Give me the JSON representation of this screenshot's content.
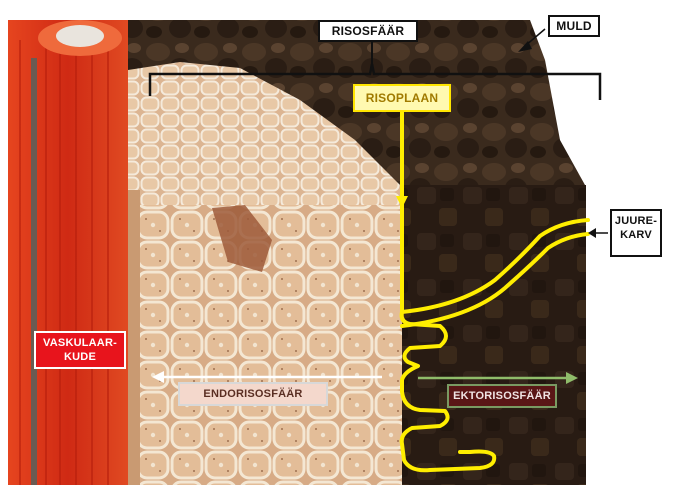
{
  "labels": {
    "rhizosphere": "RISOSFÄÄR",
    "soil": "MULD",
    "rhizoplane": "RISOPLAAN",
    "root_hair": "JUURE- KARV",
    "vascular_tissue": "VASKULAAR- KUDE",
    "endorhizosphere": "ENDORISOSFÄÄR",
    "ectorhizosphere": "EKTORISOSFÄÄR"
  },
  "colors": {
    "vascular": "#d9341c",
    "cortex": "#d9b08e",
    "cortex_light": "#ecd3b4",
    "cell_wall": "#f3e6d2",
    "soil_dark": "#2f2218",
    "soil_mid": "#4a3524",
    "rhizoplane_line": "#ffee00",
    "arrow_white": "#ffffff",
    "arrow_green": "#8fbc6a"
  }
}
